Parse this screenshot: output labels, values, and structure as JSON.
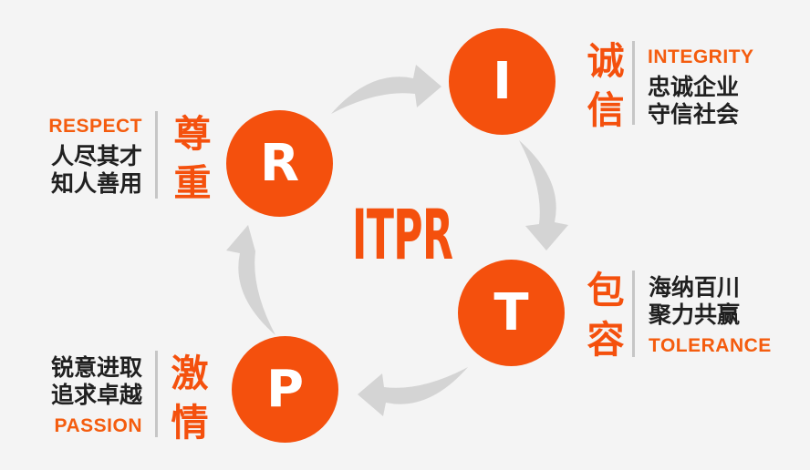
{
  "title": "ITPR",
  "colors": {
    "bg": "#f4f4f4",
    "accent": "#f4500d",
    "accent-label": "#f45c0e",
    "arrow": "#d4d4d4",
    "divider": "#c6c6c6",
    "ink": "#202020"
  },
  "nodes": [
    {
      "key": "integrity",
      "letter": "I",
      "cn": "诚信",
      "english": "INTEGRITY",
      "line1": "忠诚企业",
      "line2": "守信社会"
    },
    {
      "key": "tolerance",
      "letter": "T",
      "cn": "包容",
      "english": "TOLERANCE",
      "line1": "海纳百川",
      "line2": "聚力共赢"
    },
    {
      "key": "passion",
      "letter": "P",
      "cn": "激情",
      "english": "PASSION",
      "line1": "锐意进取",
      "line2": "追求卓越"
    },
    {
      "key": "respect",
      "letter": "R",
      "cn": "尊重",
      "english": "RESPECT",
      "line1": "人尽其才",
      "line2": "知人善用"
    }
  ]
}
